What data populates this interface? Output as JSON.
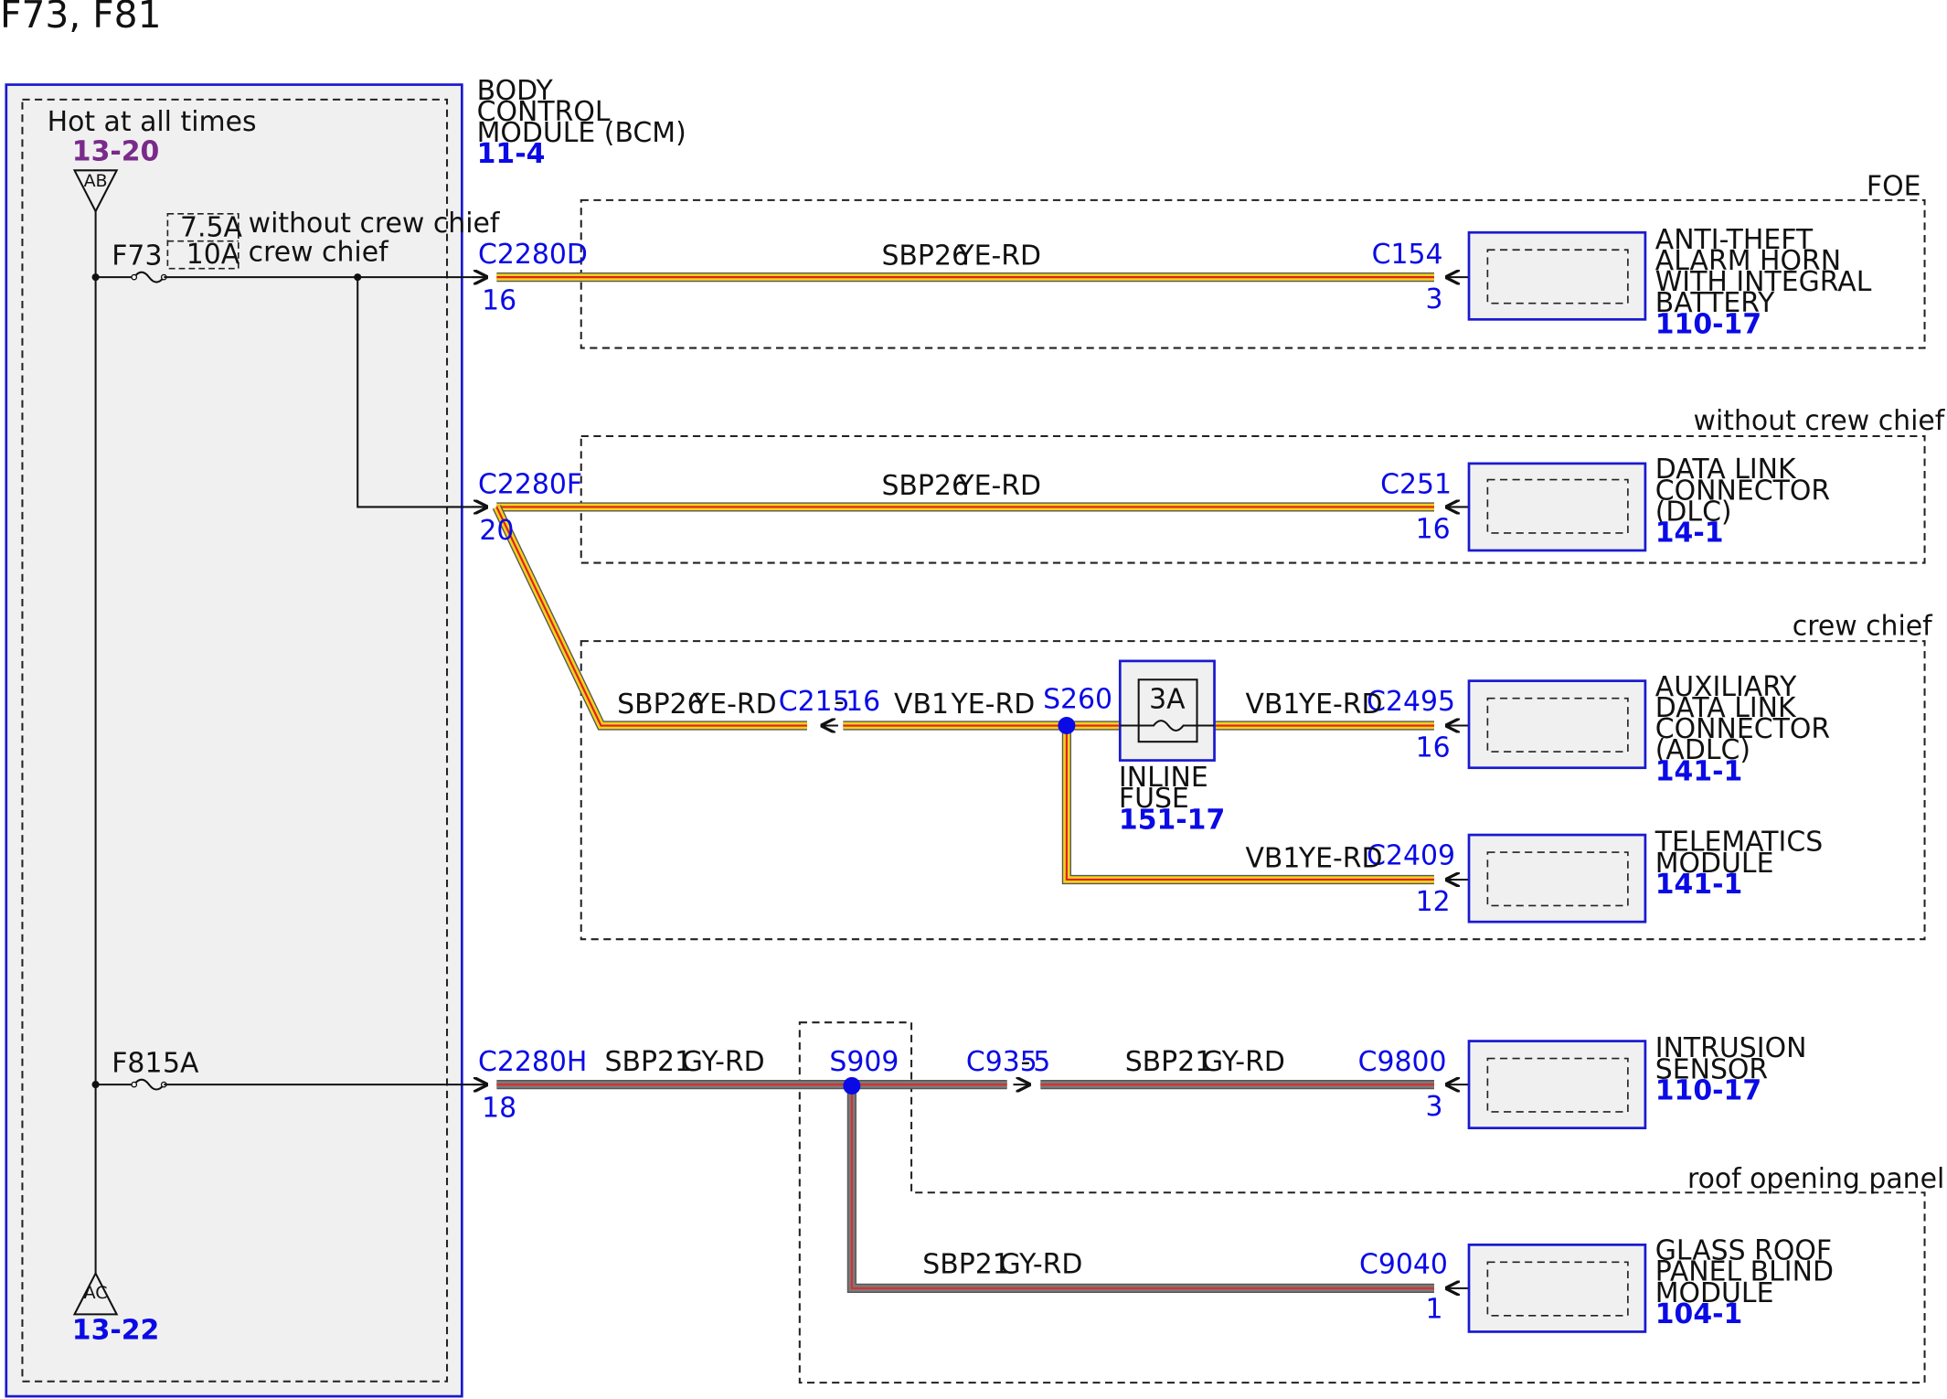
{
  "page": {
    "title": "F73, F81"
  },
  "colors": {
    "wire_ye_rd_fill": "#f2d21c",
    "wire_ye_rd_stripe": "#e02020",
    "wire_gy_rd_fill": "#7a7a7a",
    "wire_gy_rd_stripe": "#d83030",
    "component_border": "#1a1ad0",
    "component_fill": "#f0f0f0",
    "link_blue": "#0a0ae6",
    "link_purple": "#7a2a8a",
    "splice": "#0a0ae6"
  },
  "bcm": {
    "name": [
      "BODY",
      "CONTROL",
      "MODULE (BCM)"
    ],
    "ref": "11-4",
    "hot_label": "Hot at all times",
    "top_terminal": {
      "code": "AB",
      "ref": "13-20"
    },
    "bottom_terminal": {
      "code": "AC",
      "ref": "13-22"
    },
    "fuse_f73": {
      "name": "F73",
      "rating_a": "7.5A",
      "rating_b": "10A",
      "cond_a": "without crew chief",
      "cond_b": "crew chief"
    },
    "fuse_f81": {
      "name": "F81",
      "rating": "5A"
    }
  },
  "zones": {
    "foe": "FOE",
    "without_crew_chief": "without crew chief",
    "crew_chief": "crew chief",
    "roof_opening_panel": "roof opening panel"
  },
  "connectors": {
    "c2280d": {
      "name": "C2280D",
      "pin": "16"
    },
    "c2280f": {
      "name": "C2280F",
      "pin": "20"
    },
    "c2280h": {
      "name": "C2280H",
      "pin": "18"
    },
    "c154": {
      "name": "C154",
      "pin": "3"
    },
    "c251": {
      "name": "C251",
      "pin": "16"
    },
    "c215": {
      "name": "C215",
      "pin": "16"
    },
    "c2495": {
      "name": "C2495",
      "pin": "16"
    },
    "c2409": {
      "name": "C2409",
      "pin": "12"
    },
    "c935": {
      "name": "C935",
      "pin": "5"
    },
    "c9800": {
      "name": "C9800",
      "pin": "3"
    },
    "c9040": {
      "name": "C9040",
      "pin": "1"
    }
  },
  "splices": {
    "s260": "S260",
    "s909": "S909"
  },
  "wires": {
    "w1": {
      "circuit": "SBP26",
      "color": "YE-RD"
    },
    "w2": {
      "circuit": "SBP26",
      "color": "YE-RD"
    },
    "w3": {
      "circuit": "SBP26",
      "color": "YE-RD"
    },
    "w4": {
      "circuit": "VB1",
      "color": "YE-RD"
    },
    "w5": {
      "circuit": "VB1",
      "color": "YE-RD"
    },
    "w6": {
      "circuit": "VB1",
      "color": "YE-RD"
    },
    "w7": {
      "circuit": "SBP21",
      "color": "GY-RD"
    },
    "w8": {
      "circuit": "SBP21",
      "color": "GY-RD"
    },
    "w9": {
      "circuit": "SBP21",
      "color": "GY-RD"
    }
  },
  "inline_fuse": {
    "rating": "3A",
    "name": [
      "INLINE",
      "FUSE"
    ],
    "ref": "151-17"
  },
  "components": {
    "horn": {
      "name": [
        "ANTI-THEFT",
        "ALARM HORN",
        "WITH INTEGRAL",
        "BATTERY"
      ],
      "ref": "110-17"
    },
    "dlc": {
      "name": [
        "DATA LINK",
        "CONNECTOR",
        "(DLC)"
      ],
      "ref": "14-1"
    },
    "adlc": {
      "name": [
        "AUXILIARY",
        "DATA LINK",
        "CONNECTOR",
        "(ADLC)"
      ],
      "ref": "141-1"
    },
    "telematics": {
      "name": [
        "TELEMATICS",
        "MODULE"
      ],
      "ref": "141-1"
    },
    "intrusion": {
      "name": [
        "INTRUSION",
        "SENSOR"
      ],
      "ref": "110-17"
    },
    "glass_roof": {
      "name": [
        "GLASS ROOF",
        "PANEL BLIND",
        "MODULE"
      ],
      "ref": "104-1"
    }
  }
}
